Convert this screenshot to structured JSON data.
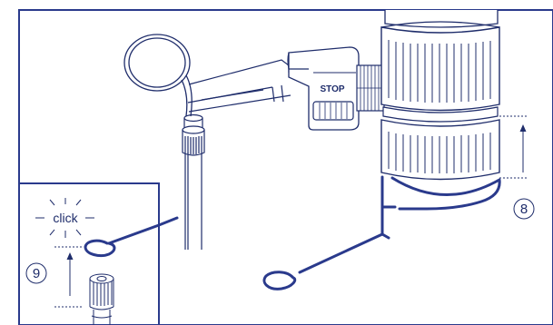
{
  "colors": {
    "ink": "#1f2d6b",
    "accent": "#2a3a8c",
    "background": "#ffffff"
  },
  "labels": {
    "stop": "STOP",
    "click": "click",
    "step_8": "8",
    "step_9": "9"
  }
}
